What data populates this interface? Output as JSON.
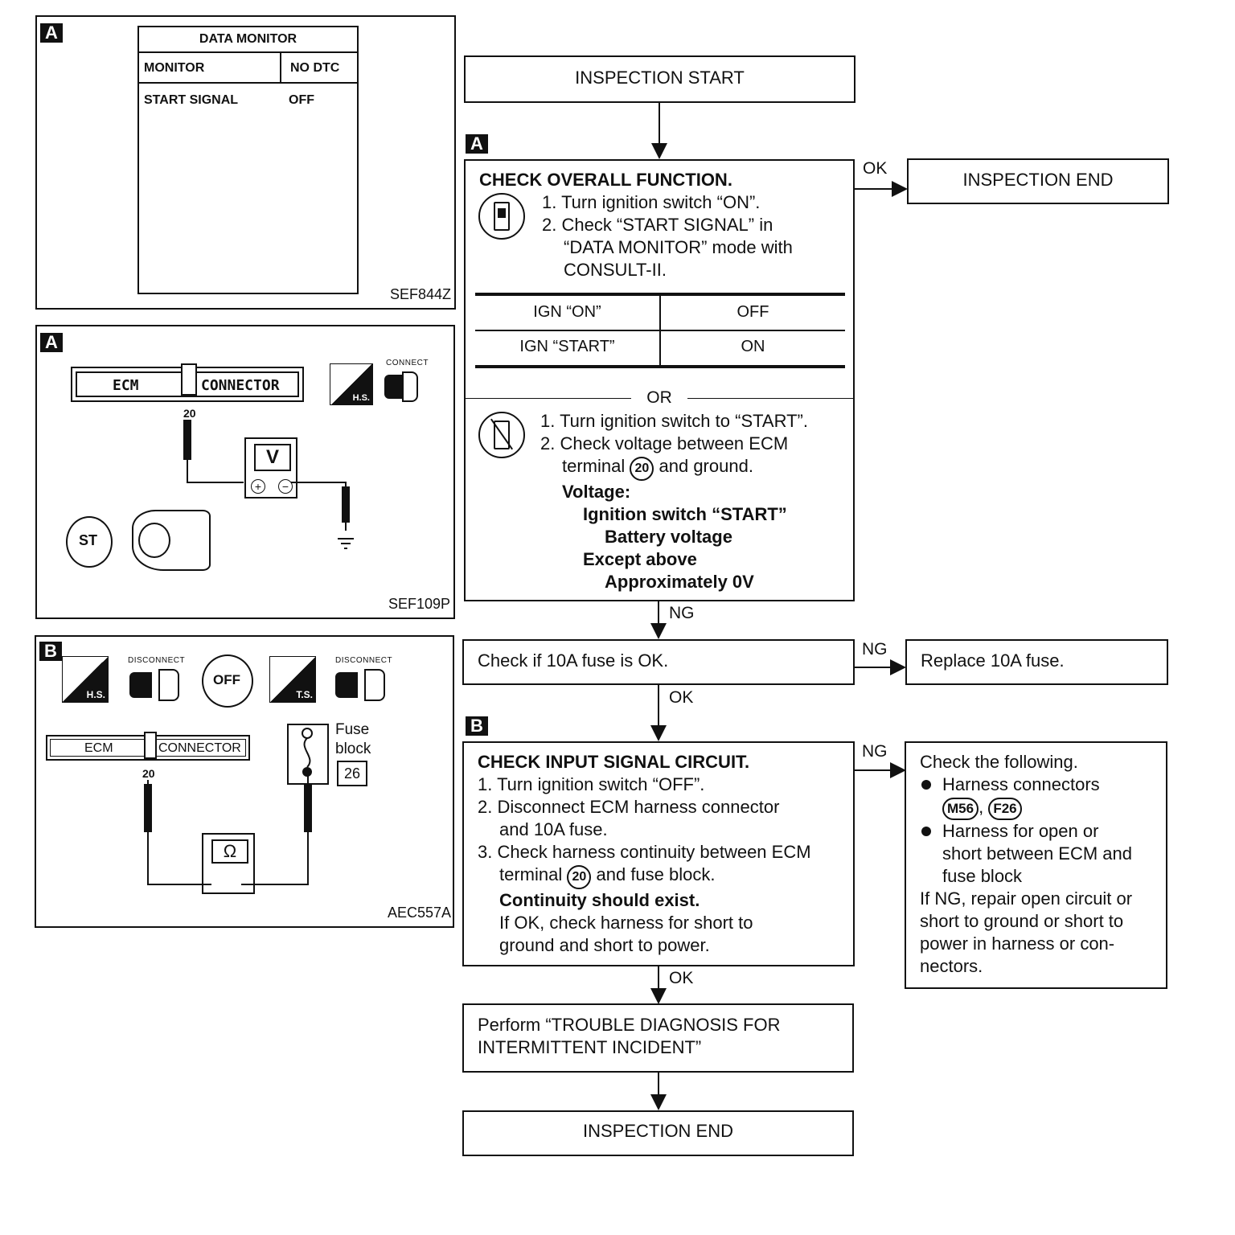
{
  "panels": {
    "panel_a1": {
      "tag": "A",
      "screen_title": "DATA MONITOR",
      "monitor_label": "MONITOR",
      "status_label": "NO DTC",
      "item_name": "START SIGNAL",
      "item_value": "OFF",
      "code": "SEF844Z"
    },
    "panel_a2": {
      "tag": "A",
      "ecm_label": "ECM",
      "connector_label": "CONNECTOR",
      "terminal": "20",
      "meter": "V",
      "plus": "+",
      "minus": "−",
      "hs_label": "H.S.",
      "connect_label": "CONNECT",
      "key_label": "ST",
      "code": "SEF109P"
    },
    "panel_b": {
      "tag": "B",
      "hs_label": "H.S.",
      "disconnect_label_1": "DISCONNECT",
      "off_label": "OFF",
      "ts_label": "T.S.",
      "disconnect_label_2": "DISCONNECT",
      "ecm_label": "ECM",
      "connector_label": "CONNECTOR",
      "terminal": "20",
      "fuse_block_line1": "Fuse",
      "fuse_block_line2": "block",
      "fuse_terminal": "26",
      "meter": "Ω",
      "code": "AEC557A"
    }
  },
  "flow": {
    "inspection_start": "INSPECTION START",
    "tag_a": "A",
    "check_overall": {
      "title": "CHECK OVERALL FUNCTION.",
      "step1": "1. Turn ignition switch “ON”.",
      "step2_line1": "2. Check “START SIGNAL” in",
      "step2_line2": "“DATA MONITOR” mode with",
      "step2_line3": "CONSULT-II.",
      "table": [
        {
          "condition": "IGN “ON”",
          "value": "OFF"
        },
        {
          "condition": "IGN “START”",
          "value": "ON"
        }
      ],
      "or_label": "OR",
      "alt_step1": "1. Turn ignition switch to “START”.",
      "alt_step2_line1": "2. Check voltage between ECM",
      "alt_step2_pre": "terminal",
      "alt_step2_terminal": "20",
      "alt_step2_post": "and ground.",
      "voltage_label": "Voltage:",
      "cond1": "Ignition switch “START”",
      "val1": "Battery voltage",
      "cond2": "Except above",
      "val2": "Approximately 0V"
    },
    "ok_label_1": "OK",
    "inspection_end_1": "INSPECTION END",
    "ng_label_1": "NG",
    "check_fuse": "Check if 10A fuse is OK.",
    "ng_label_2": "NG",
    "replace_fuse": "Replace 10A fuse.",
    "ok_label_2": "OK",
    "tag_b": "B",
    "check_input": {
      "title": "CHECK INPUT SIGNAL CIRCUIT.",
      "step1": "1. Turn ignition switch “OFF”.",
      "step2_line1": "2. Disconnect ECM harness connector",
      "step2_line2": "and 10A fuse.",
      "step3_line1": "3. Check harness continuity between ECM",
      "step3_pre": "terminal",
      "step3_terminal": "20",
      "step3_post": "and fuse block.",
      "continuity": "Continuity should exist.",
      "note_line1": "If OK, check harness for short to",
      "note_line2": "ground and short to power."
    },
    "ng_label_3": "NG",
    "check_following": {
      "title": "Check the following.",
      "bullet1": "Harness connectors",
      "connector1": "M56",
      "connector2": "F26",
      "bullet2_line1": "Harness for open or",
      "bullet2_line2": "short between ECM and",
      "bullet2_line3": "fuse block",
      "note_line1": "If NG, repair open circuit or",
      "note_line2": "short to ground or short to",
      "note_line3": "power in harness or con-",
      "note_line4": "nectors."
    },
    "ok_label_3": "OK",
    "perform_line1": "Perform “TROUBLE DIAGNOSIS FOR",
    "perform_line2": "INTERMITTENT INCIDENT”",
    "inspection_end_2": "INSPECTION END"
  }
}
